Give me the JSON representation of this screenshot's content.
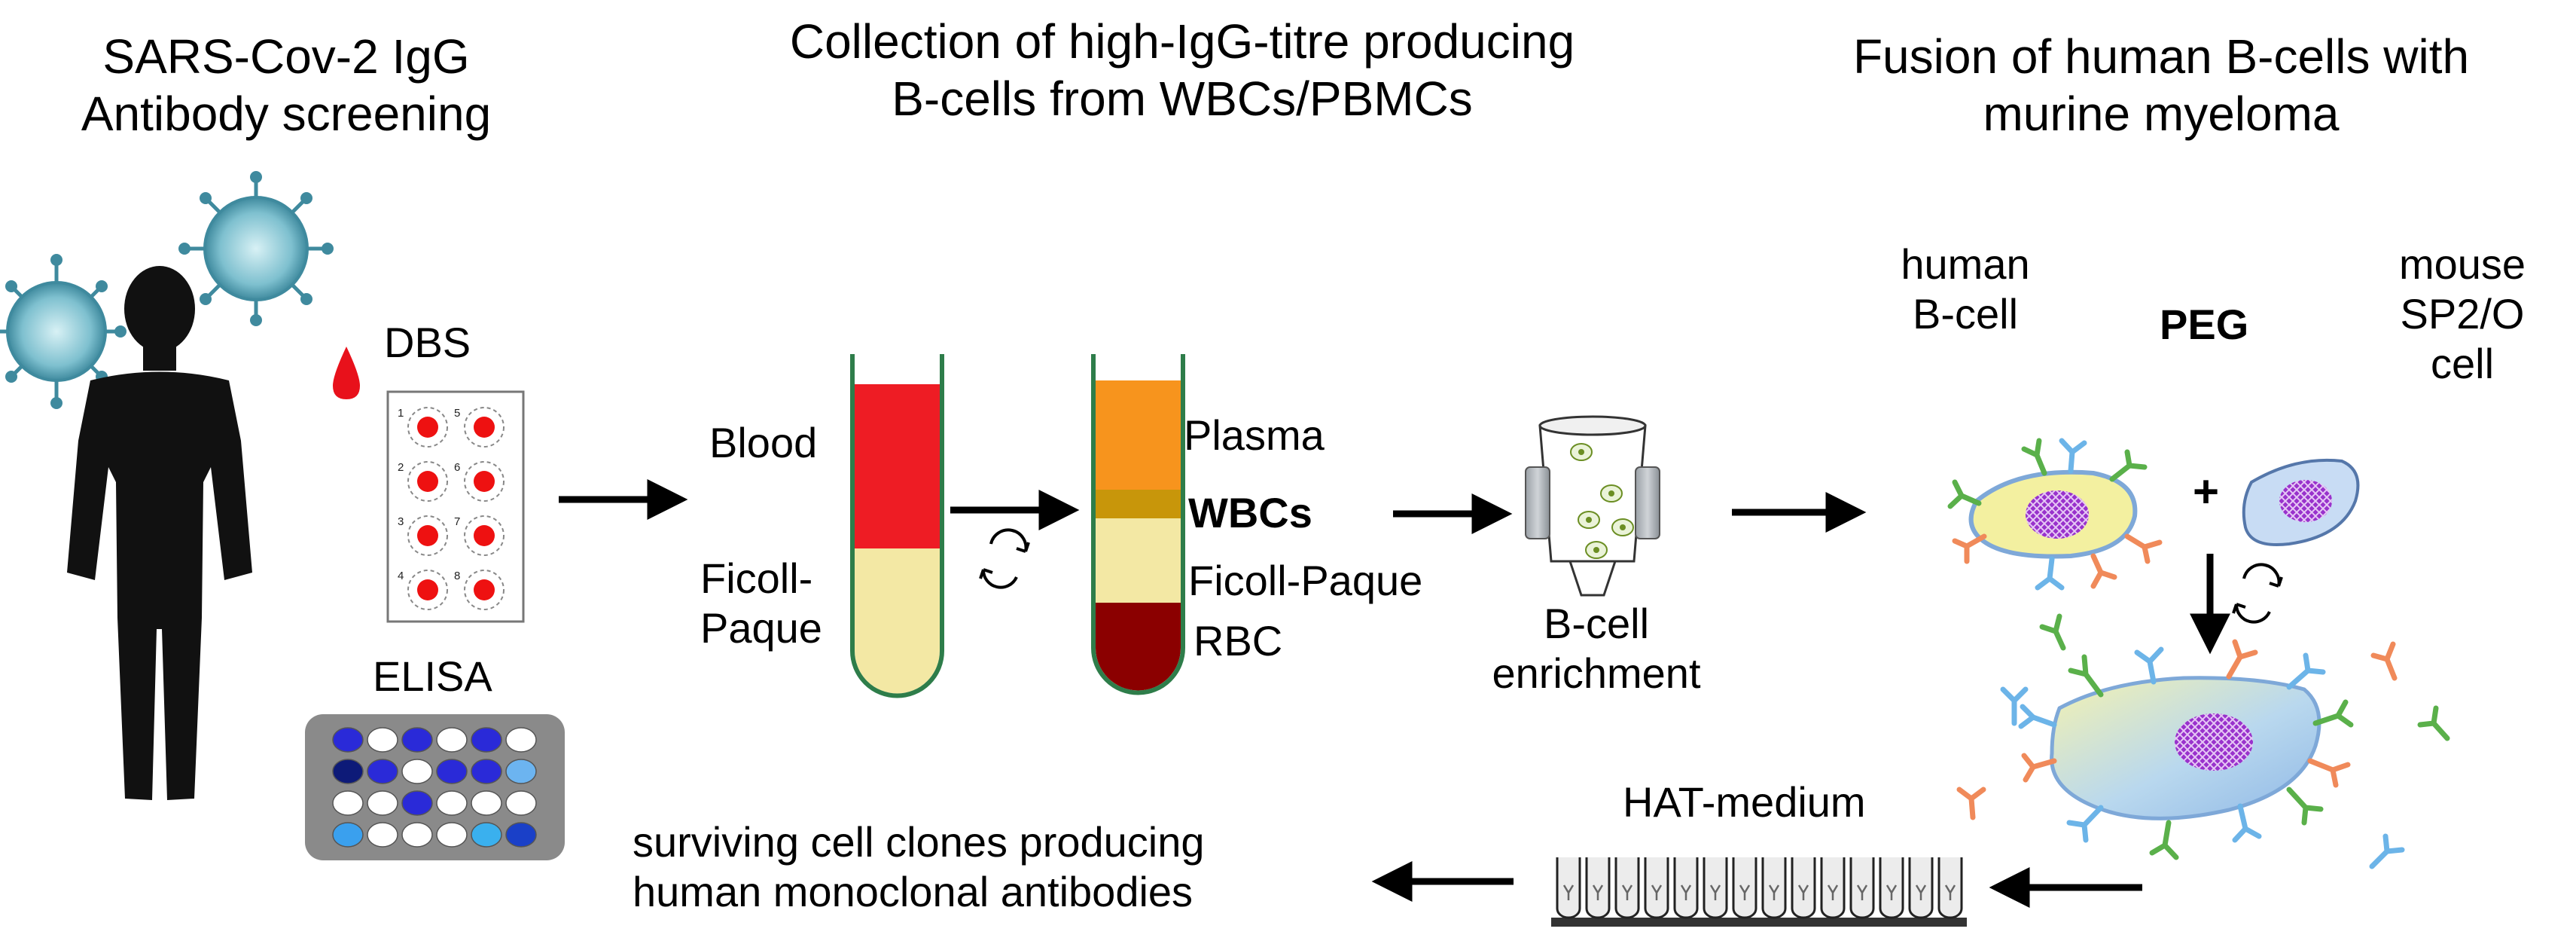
{
  "headings": {
    "screening": [
      "SARS-Cov-2 IgG",
      "Antibody screening"
    ],
    "collection": [
      "Collection of high-IgG-titre producing",
      "B-cells from WBCs/PBMCs"
    ],
    "fusion": [
      "Fusion of human B-cells with",
      "murine myeloma"
    ]
  },
  "labels": {
    "dbs": "DBS",
    "elisa": "ELISA",
    "blood": "Blood",
    "ficoll_left": [
      "Ficoll-",
      "Paque"
    ],
    "plasma": "Plasma",
    "wbcs": "WBCs",
    "ficoll_right": "Ficoll-Paque",
    "rbc": "RBC",
    "bcell_enrichment": [
      "B-cell",
      "enrichment"
    ],
    "human_bcell": [
      "human",
      "B-cell"
    ],
    "peg": "PEG",
    "mouse_cell": [
      "mouse",
      "SP2/O",
      "cell"
    ],
    "plus": "+",
    "hat_medium": "HAT-medium",
    "surviving": [
      "surviving cell clones producing",
      "human monoclonal antibodies"
    ]
  },
  "dbs_card": {
    "spot_numbers": [
      "1",
      "5",
      "2",
      "6",
      "3",
      "7",
      "4",
      "8"
    ]
  },
  "elisa_plate": {
    "well_colors": [
      [
        "#2a2ad8",
        "#ffffff",
        "#2a2ad8",
        "#ffffff",
        "#2a2ad8",
        "#ffffff"
      ],
      [
        "#0d1a78",
        "#2a2ad8",
        "#ffffff",
        "#2a2ad8",
        "#2a2ad8",
        "#6cb4f0"
      ],
      [
        "#ffffff",
        "#ffffff",
        "#2a2ad8",
        "#ffffff",
        "#ffffff",
        "#ffffff"
      ],
      [
        "#3aa0ee",
        "#ffffff",
        "#ffffff",
        "#ffffff",
        "#3ab0ee",
        "#1a40c8"
      ]
    ]
  },
  "colors": {
    "blood": "#ee1c24",
    "ficoll": "#f3e8a4",
    "plasma": "#f7941d",
    "wbc_layer": "#c8960a",
    "rbc": "#8b0000",
    "tube_outline": "#2e7d4a",
    "human_cell": "#f3f0a0",
    "mouse_cell": "#c8dcf4",
    "nucleus": "#9932cc"
  }
}
